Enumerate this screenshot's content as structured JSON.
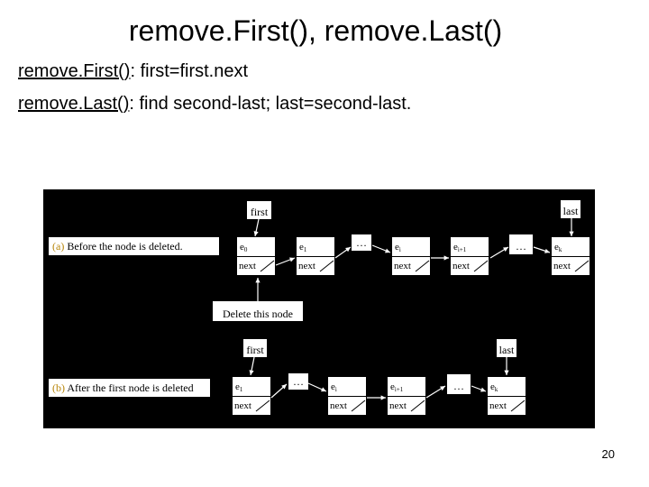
{
  "slide": {
    "title": "remove.First(), remove.Last()",
    "line1": {
      "method": "remove.First()",
      "text": ": first=first.next"
    },
    "line2": {
      "method": "remove.Last()",
      "text": ": find second-last; last=second-last."
    },
    "slide_number": "20"
  },
  "diagram": {
    "before": {
      "caption_prefix": "(a)",
      "caption_text": " Before the node is deleted.",
      "first_label": "first",
      "last_label": "last",
      "nodes": [
        {
          "elem": "e",
          "sub": "0",
          "next": "next"
        },
        {
          "elem": "e",
          "sub": "1",
          "next": "next"
        },
        {
          "elem": "e",
          "sub": "i",
          "next": "next"
        },
        {
          "elem": "e",
          "sub": "i+1",
          "next": "next"
        },
        {
          "elem": "e",
          "sub": "k",
          "next": "next"
        }
      ],
      "ellipses": [
        "…",
        "…"
      ]
    },
    "delete_label": "Delete this node",
    "after": {
      "caption_prefix": "(b)",
      "caption_text": " After the first node is deleted",
      "first_label": "first",
      "last_label": "last",
      "nodes": [
        {
          "elem": "e",
          "sub": "1",
          "next": "next"
        },
        {
          "elem": "e",
          "sub": "i",
          "next": "next"
        },
        {
          "elem": "e",
          "sub": "i+1",
          "next": "next"
        },
        {
          "elem": "e",
          "sub": "k",
          "next": "next"
        }
      ],
      "ellipses": [
        "…",
        "…"
      ]
    },
    "colors": {
      "background": "#000000",
      "box": "#ffffff",
      "caption_prefix": "#b8860b"
    }
  }
}
